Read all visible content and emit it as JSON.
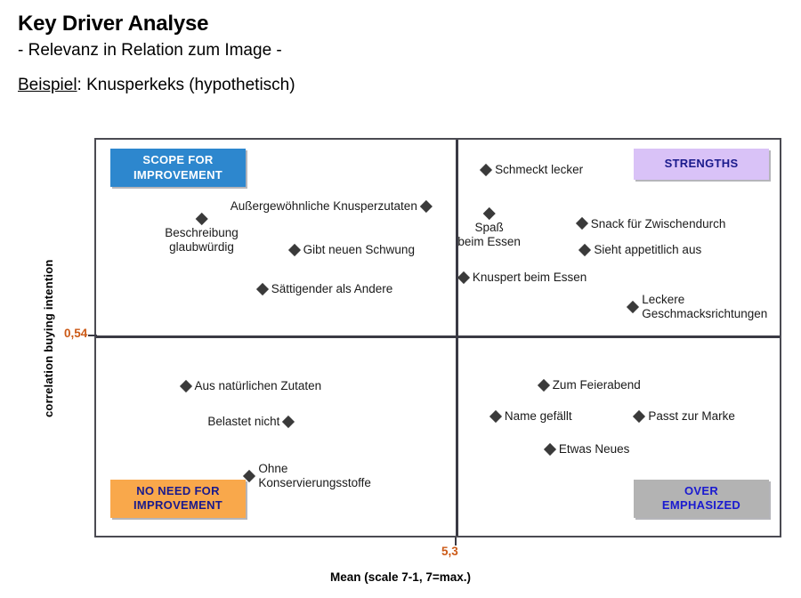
{
  "header": {
    "title": "Key Driver Analyse",
    "subtitle": "- Relevanz in Relation zum Image -",
    "example_label": "Beispiel",
    "example_separator": ": ",
    "example_value": "Knusperkeks (hypothetisch)"
  },
  "colors": {
    "scope_badge_bg": "#2d87ce",
    "scope_badge_text": "#ffffff",
    "strengths_badge_bg": "#d9c2f7",
    "strengths_badge_text": "#1a1a8c",
    "noneed_badge_bg": "#f9a84b",
    "noneed_badge_text": "#1a1a8c",
    "over_badge_bg": "#b3b3b3",
    "over_badge_text": "#1a1ad0",
    "axis_tick_value": "#cc5a17",
    "marker": "#3a3a3a",
    "frame": "#4a4a52"
  },
  "quadrants": {
    "top_left": "SCOPE FOR\nIMPROVEMENT",
    "top_right": "STRENGTHS",
    "bottom_left": "NO NEED FOR\nIMPROVEMENT",
    "bottom_right": "OVER\nEMPHASIZED"
  },
  "chart_data": {
    "type": "scatter",
    "title": "Key Driver Analyse",
    "subtitle": "- Relevanz in Relation zum Image -",
    "xlabel": "Mean (scale 7-1, 7=max.)",
    "ylabel": "correlation buying intention",
    "grid": false,
    "legend": "none",
    "quadrant_divider_x": "5,3",
    "quadrant_divider_y": "0,54",
    "xlim": [
      4.2,
      6.35
    ],
    "ylim": [
      0.25,
      0.82
    ],
    "points": [
      {
        "label": "Beschreibung\nglaubwürdig",
        "x": 4.53,
        "y": 0.705,
        "quadrant": "top_left",
        "label_pos": "below"
      },
      {
        "label": "Außergewöhnliche  Knusperzutaten",
        "x": 5.23,
        "y": 0.725,
        "quadrant": "top_left",
        "label_pos": "left"
      },
      {
        "label": "Gibt neuen Schwung",
        "x": 4.82,
        "y": 0.663,
        "quadrant": "top_left",
        "label_pos": "right"
      },
      {
        "label": "Sättigender als Andere",
        "x": 4.72,
        "y": 0.607,
        "quadrant": "top_left",
        "label_pos": "right"
      },
      {
        "label": "Schmeckt lecker",
        "x": 5.42,
        "y": 0.777,
        "quadrant": "top_right",
        "label_pos": "right"
      },
      {
        "label": "Spaß\nbeim Essen",
        "x": 5.43,
        "y": 0.712,
        "quadrant": "top_right",
        "label_pos": "below"
      },
      {
        "label": "Snack für Zwischendurch",
        "x": 5.72,
        "y": 0.7,
        "quadrant": "top_right",
        "label_pos": "right"
      },
      {
        "label": "Sieht appetitlich aus",
        "x": 5.73,
        "y": 0.663,
        "quadrant": "top_right",
        "label_pos": "right"
      },
      {
        "label": "Knuspert beim Essen",
        "x": 5.35,
        "y": 0.623,
        "quadrant": "top_right",
        "label_pos": "right"
      },
      {
        "label": "Leckere\nGeschmacksrichtungen",
        "x": 5.88,
        "y": 0.592,
        "quadrant": "top_right",
        "label_pos": "right"
      },
      {
        "label": "Aus natürlichen Zutaten",
        "x": 4.48,
        "y": 0.468,
        "quadrant": "bottom_left",
        "label_pos": "right"
      },
      {
        "label": "Belastet nicht",
        "x": 4.8,
        "y": 0.418,
        "quadrant": "bottom_left",
        "label_pos": "left"
      },
      {
        "label": "Ohne\nKonservierungsstoffe",
        "x": 4.68,
        "y": 0.35,
        "quadrant": "bottom_left",
        "label_pos": "right"
      },
      {
        "label": "Zum Feierabend",
        "x": 5.6,
        "y": 0.47,
        "quadrant": "bottom_right",
        "label_pos": "right"
      },
      {
        "label": "Name gefällt",
        "x": 5.45,
        "y": 0.425,
        "quadrant": "bottom_right",
        "label_pos": "right"
      },
      {
        "label": "Passt zur Marke",
        "x": 5.9,
        "y": 0.425,
        "quadrant": "bottom_right",
        "label_pos": "right"
      },
      {
        "label": "Etwas Neues",
        "x": 5.62,
        "y": 0.378,
        "quadrant": "bottom_right",
        "label_pos": "right"
      }
    ]
  },
  "axes": {
    "y_title": "correlation buying intention",
    "y_tick_value": "0,54",
    "x_tick_value": "5,3",
    "x_title": "Mean (scale 7-1, 7=max.)"
  }
}
